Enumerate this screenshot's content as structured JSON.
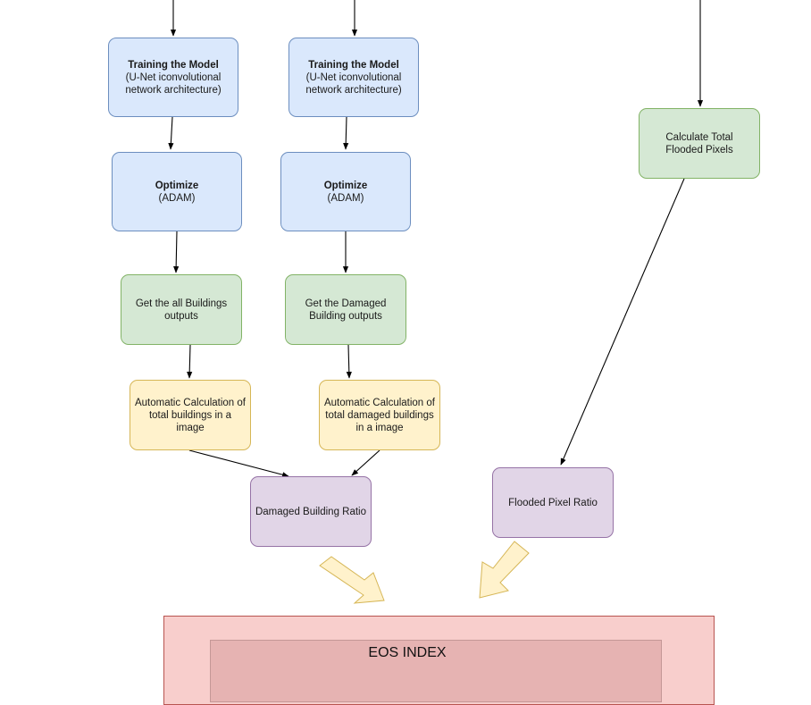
{
  "colors": {
    "blue_fill": "#dae8fc",
    "green_fill": "#d5e8d4",
    "yellow_fill": "#fff2cc",
    "purple_fill": "#e1d5e7",
    "red_fill": "#f8cecc",
    "arrow_fill": "#fff2cc"
  },
  "nodes": {
    "train1": {
      "title": "Training the Model",
      "subtitle": "(U-Net iconvolutional network architecture)"
    },
    "train2": {
      "title": "Training the Model",
      "subtitle": "(U-Net iconvolutional network architecture)"
    },
    "opt1": {
      "title": "Optimize",
      "subtitle": "(ADAM)"
    },
    "opt2": {
      "title": "Optimize",
      "subtitle": "(ADAM)"
    },
    "out_all": {
      "label": "Get the all Buildings outputs"
    },
    "out_damaged": {
      "label": "Get the Damaged Building outputs"
    },
    "calc_total": {
      "label": "Automatic Calculation of total buildings in a image"
    },
    "calc_damaged": {
      "label": "Automatic Calculation of total damaged buildings in a image"
    },
    "damaged_ratio": {
      "label": "Damaged Building Ratio"
    },
    "flooded_total": {
      "label": "Calculate Total Flooded Pixels"
    },
    "flooded_ratio": {
      "label": "Flooded Pixel Ratio"
    },
    "eos": {
      "label": "EOS INDEX"
    }
  }
}
